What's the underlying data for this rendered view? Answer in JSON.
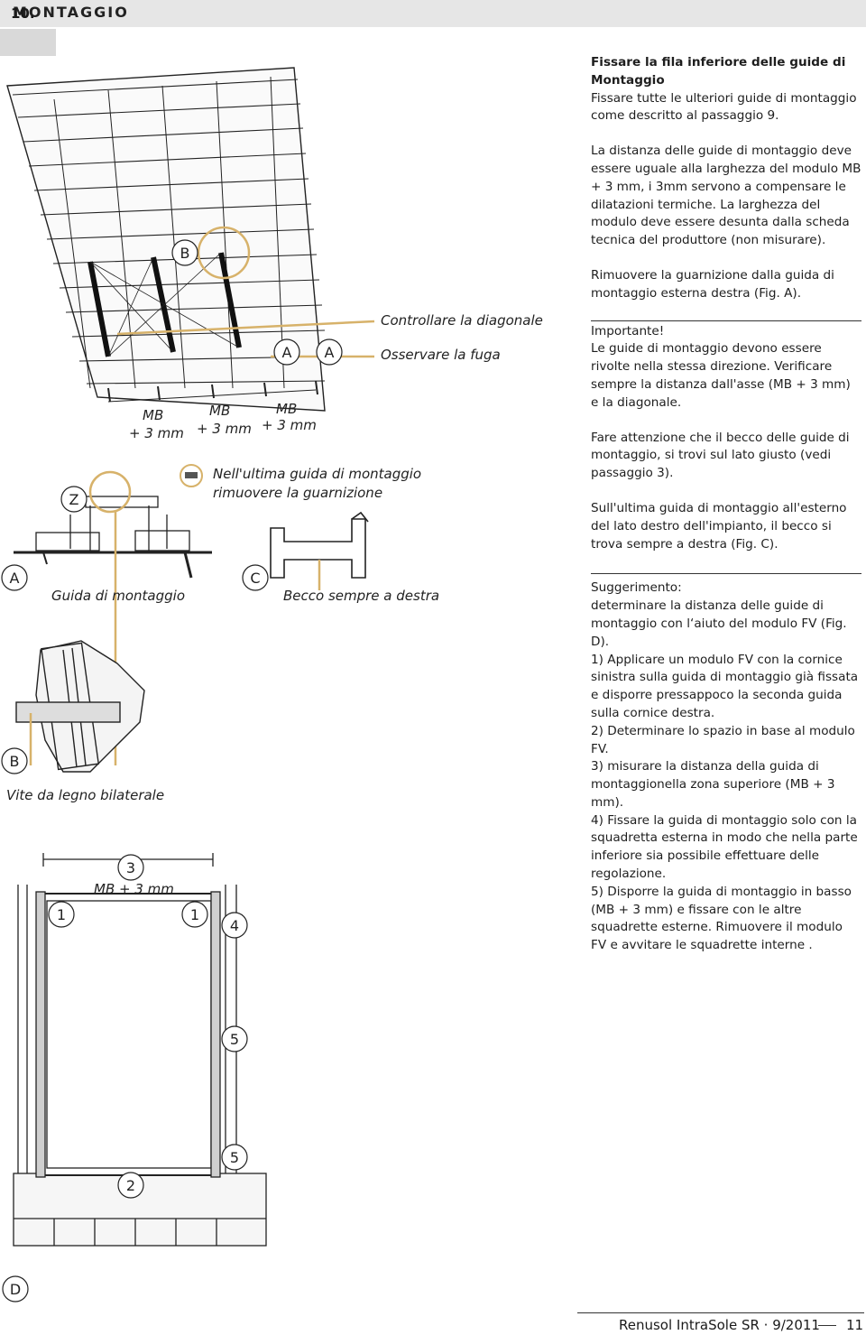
{
  "header": {
    "title": "MONTAGGIO",
    "step": "10."
  },
  "text": {
    "intro_bold_1": "Fissare la fila inferiore delle guide di",
    "intro_bold_2": "Montaggio",
    "intro": "Fissare tutte le ulteriori guide di montaggio come descritto al passaggio 9.",
    "distance": "La distanza delle guide di montaggio deve essere uguale alla larghezza del modulo MB + 3 mm, i 3mm servono a compensare le dilatazioni termiche. La larghezza del modulo deve essere desunta dalla scheda tecnica del produttore (non misurare).",
    "remove": "Rimuovere la guarnizione dalla guida di montaggio esterna destra (Fig. A).",
    "important_title": "Importante!",
    "important": "Le guide di montaggio devono essere rivolte nella stessa direzione. Verificare sempre la distanza dall'asse (MB + 3 mm) e la diagonale.",
    "beak": "Fare attenzione che il becco delle guide di montaggio, si trovi sul lato giusto (vedi passaggio 3).",
    "last_rail": "Sull'ultima guida di montaggio all'esterno del lato destro dell'impianto, il becco si trova sempre a destra (Fig. C).",
    "tip_title": "Suggerimento:",
    "tip_lines": [
      "determinare la distanza delle guide di montaggio con l‘aiuto del modulo FV (Fig. D).",
      "1) Applicare un modulo FV con la cornice sinistra sulla guida di montaggio già fissata e disporre pressappoco la seconda guida sulla cornice destra.",
      "2) Determinare lo spazio in base al modulo FV.",
      "3) misurare la distanza della guida di montaggionella zona superiore (MB + 3 mm).",
      "4) Fissare la guida di montaggio solo con la squadretta esterna in modo che nella parte inferiore sia possibile effettuare delle regolazione.",
      "5) Disporre la guida di montaggio in basso (MB + 3 mm) e fissare con le altre squadrette esterne. Rimuovere il modulo FV e avvitare le squadrette interne ."
    ]
  },
  "figure": {
    "check_diagonal": "Controllare la diagonale",
    "check_gap": "Osservare la fuga",
    "mb": "MB",
    "plus3": "+ 3 mm",
    "mb_plus3": "MB + 3 mm",
    "last_rail_1": "Nell'ultima guida di montaggio",
    "last_rail_2": "rimuovere la guarnizione",
    "rail_label": "Guida di montaggio",
    "beak_label": "Becco sempre a destra",
    "screw_label": "Vite da legno bilaterale",
    "callouts": {
      "A": "A",
      "B": "B",
      "C": "C",
      "D": "D",
      "Z": "Z",
      "n1": "1",
      "n2": "2",
      "n3": "3",
      "n4": "4",
      "n5": "5"
    },
    "accent_color": "#d7b26a"
  },
  "footer": {
    "doc": "Renusol IntraSole SR · 9/2011",
    "page": "11"
  }
}
